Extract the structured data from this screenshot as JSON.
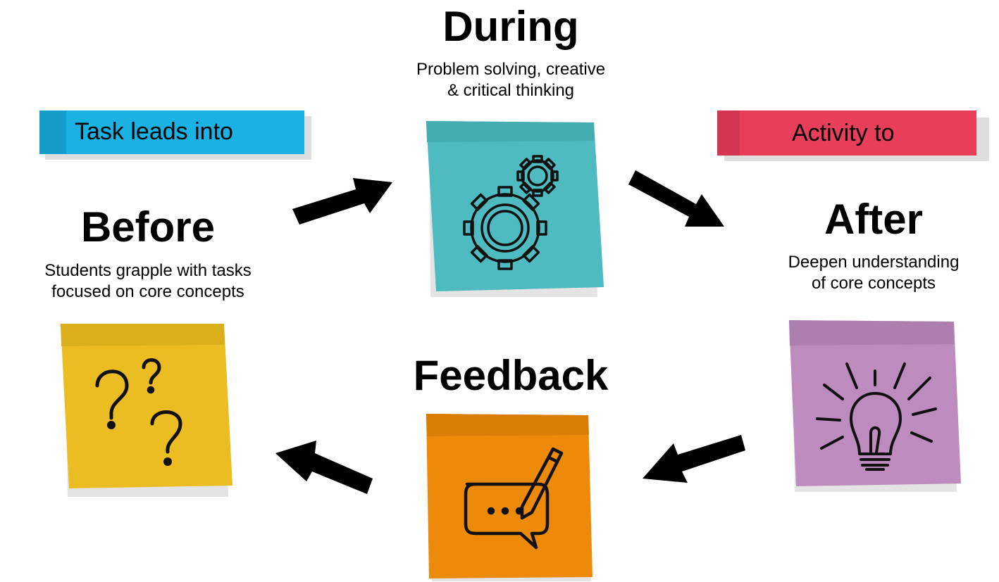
{
  "stages": {
    "during": {
      "title": "During",
      "description_line1": "Problem solving, creative",
      "description_line2": "& critical thinking",
      "note_color": "#4dbbbf",
      "note_strip_color": "#44adb0",
      "icon": "gears-icon"
    },
    "before": {
      "title": "Before",
      "description_line1": "Students grapple with tasks",
      "description_line2": "focused on core concepts",
      "note_color": "#ecbd22",
      "note_strip_color": "#dbae1c",
      "icon": "question-marks-icon"
    },
    "after": {
      "title": "After",
      "description_line1": "Deepen understanding",
      "description_line2": "of core concepts",
      "note_color": "#bd8bbd",
      "note_strip_color": "#ae7fae",
      "icon": "lightbulb-icon"
    },
    "feedback": {
      "title": "Feedback",
      "note_color": "#ee8a0a",
      "note_strip_color": "#db7c05",
      "icon": "chat-bubble-pencil-icon"
    }
  },
  "tags": {
    "task_leads_into": {
      "label": "Task leads into",
      "color": "#1ab1e3"
    },
    "activity_to": {
      "label": "Activity to",
      "color": "#e83e5a"
    }
  },
  "arrows": [
    "before-to-during",
    "during-to-after",
    "after-to-feedback",
    "feedback-to-before"
  ]
}
